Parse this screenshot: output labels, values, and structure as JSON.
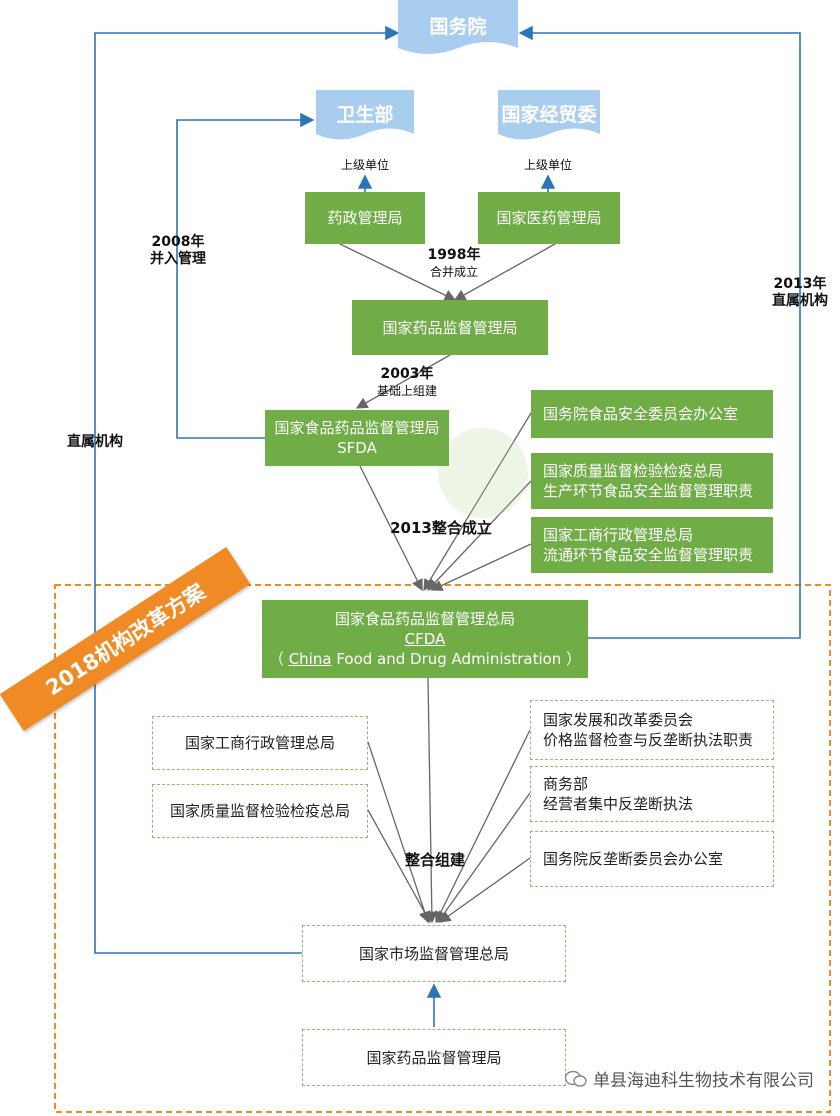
{
  "diagram": {
    "state_council": "国务院",
    "ministry_health": "卫生部",
    "econ_trade_commission": "国家经贸委",
    "superior_unit_label_1": "上级单位",
    "superior_unit_label_2": "上级单位",
    "pharma_admin_bureau": "药政管理局",
    "state_pharma_admin": "国家医药管理局",
    "merge_1998_year": "1998年",
    "merge_1998_text": "合并成立",
    "sda": "国家药品监督管理局",
    "est_2003_year": "2003年",
    "est_2003_text": "基础上组建",
    "sfda_line1": "国家食品药品监督管理局",
    "sfda_line2": "SFDA",
    "merge_2008_year": "2008年",
    "merge_2008_text": "并入管理",
    "direct_2013_year": "2013年",
    "direct_2013_text": "直属机构",
    "direct_left": "直属机构",
    "food_safety_office": "国务院食品安全委员会办公室",
    "aqsiq_line1": "国家质量监督检验检疫总局",
    "aqsiq_line2": "生产环节食品安全监督管理职责",
    "saic_line1": "国家工商行政管理总局",
    "saic_line2": "流通环节食品安全监督管理职责",
    "merge_2013": "2013整合成立",
    "reform_2018": "2018机构改革方案",
    "cfda_line1": "国家食品药品监督管理总局",
    "cfda_line2": "CFDA",
    "cfda_line3_open": "（ ",
    "cfda_line3_china": "China",
    "cfda_line3_rest": " Food and Drug Administration ）",
    "saic_2018": "国家工商行政管理总局",
    "aqsiq_2018": "国家质量监督检验检疫总局",
    "ndrc_line1": "国家发展和改革委员会",
    "ndrc_line2": "价格监督检查与反垄断执法职责",
    "mofcom_line1": "商务部",
    "mofcom_line2": "经营者集中反垄断执法",
    "antimonopoly_office": "国务院反垄断委员会办公室",
    "integrate": "整合组建",
    "samr": "国家市场监督管理总局",
    "nmpa": "国家药品监督管理局",
    "watermark": "单县海迪科生物技术有限公司"
  },
  "colors": {
    "green": "#70ad47",
    "blue_doc": "#a9cdee",
    "orange": "#f08a24",
    "blue_line": "#2e75b6",
    "gray_line": "#777777"
  }
}
